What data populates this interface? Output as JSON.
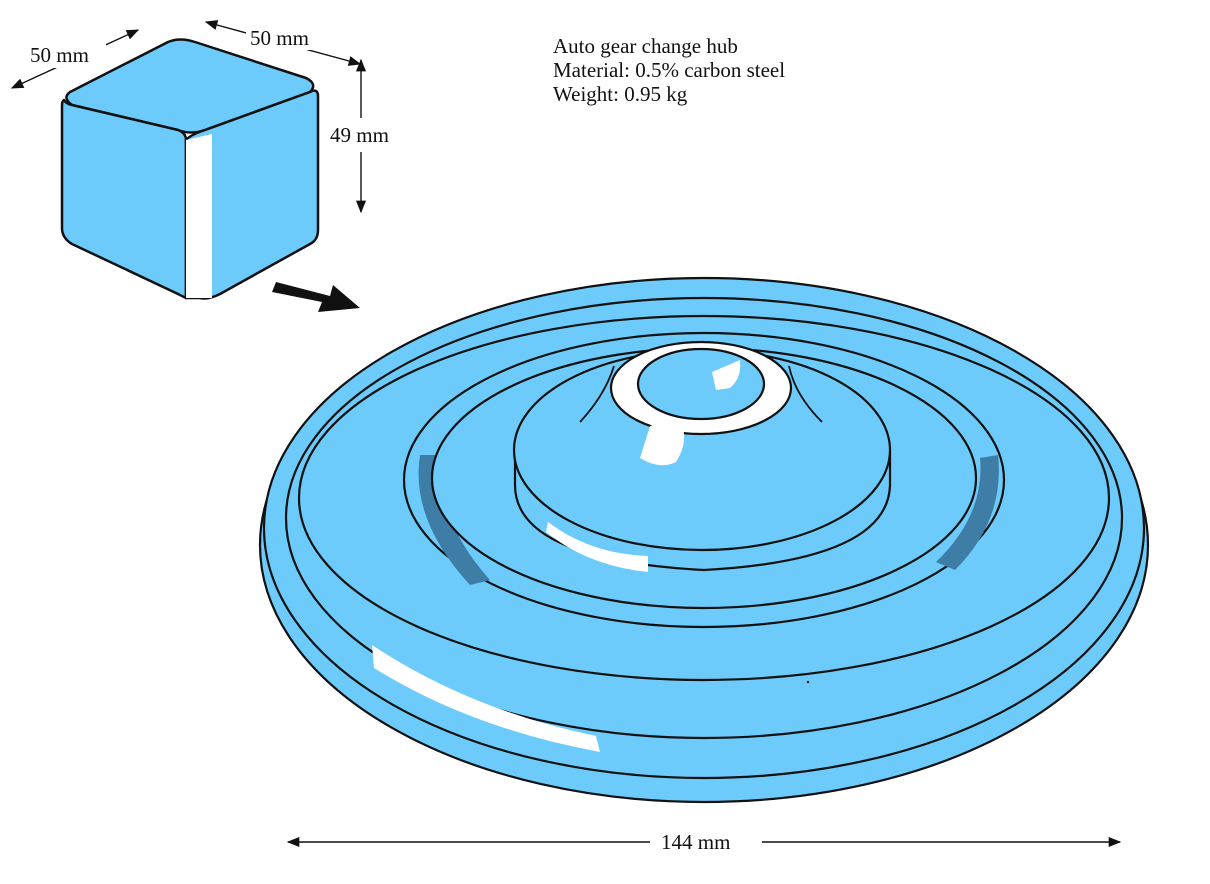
{
  "info": {
    "title": "Auto gear change hub",
    "material": "Material: 0.5% carbon steel",
    "weight": "Weight: 0.95 kg"
  },
  "dimensions": {
    "blank_width": "50 mm",
    "blank_depth": "50 mm",
    "blank_height": "49 mm",
    "hub_diameter": "144 mm"
  },
  "colors": {
    "metal": "#6ccbfb",
    "metal_dark": "#3e7ea6",
    "highlight": "#ffffff",
    "outline": "#111111"
  }
}
